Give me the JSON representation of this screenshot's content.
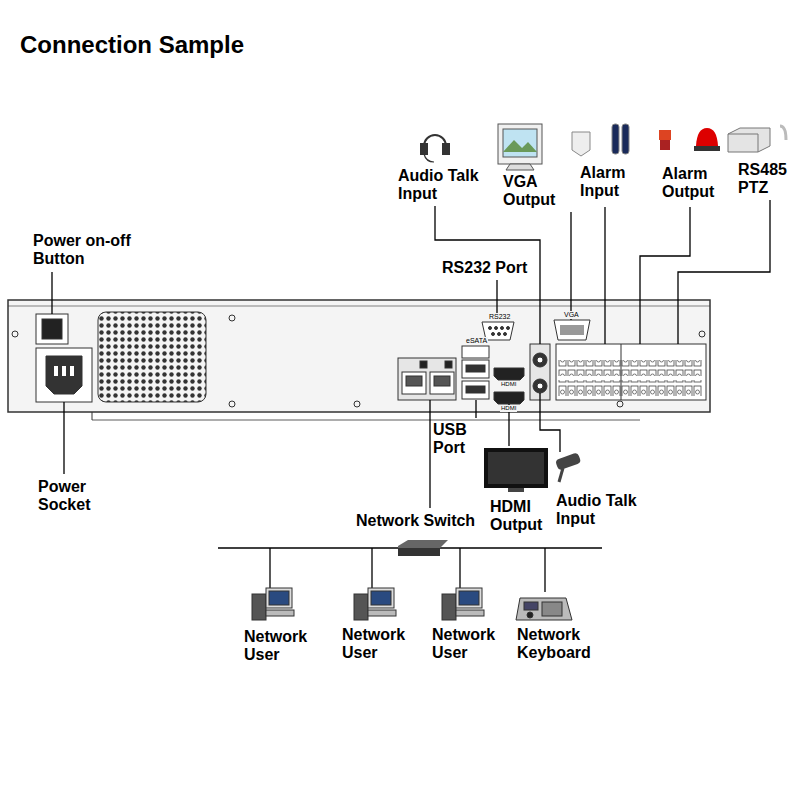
{
  "diagram": {
    "title": "Connection Sample",
    "labels": [
      "Power on-off Button",
      "Power Socket",
      "RS232 Port",
      "Audio Talk Input",
      "VGA Output",
      "Alarm Input",
      "Alarm Output",
      "RS485 PTZ",
      "USB Port",
      "Network Switch",
      "HDMI Output",
      "Audio Talk Input",
      "Network User",
      "Network User",
      "Network User",
      "Network Keyboard",
      "RS232",
      "VGA",
      "eSATA",
      "HDMI",
      "HDMI"
    ]
  }
}
